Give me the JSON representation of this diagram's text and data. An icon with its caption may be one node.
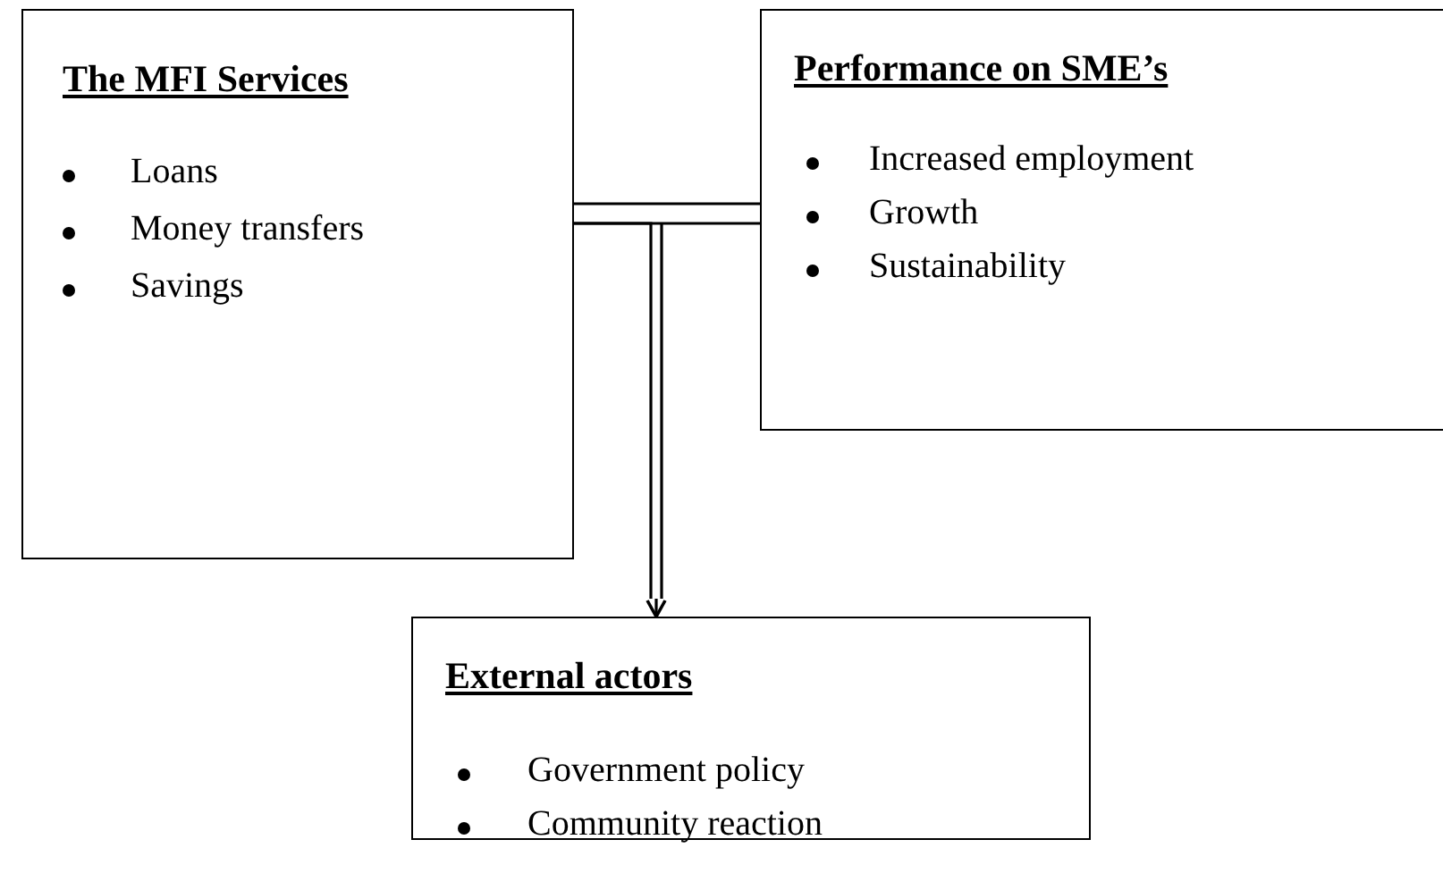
{
  "diagram": {
    "nodes": [
      {
        "text": [
          "The MFI Services",
          "Loans",
          "Money transfers",
          "Savings"
        ]
      },
      {
        "text": [
          "Performance on SME’s",
          "Increased employment",
          "Growth",
          "Sustainability"
        ]
      },
      {
        "text": [
          "External actors",
          "Government policy",
          "Community reaction"
        ]
      }
    ],
    "edges": [
      {
        "from": 0,
        "to": 1,
        "arrow": "none"
      },
      {
        "from": 0,
        "to": 2,
        "arrow": "to"
      }
    ]
  }
}
